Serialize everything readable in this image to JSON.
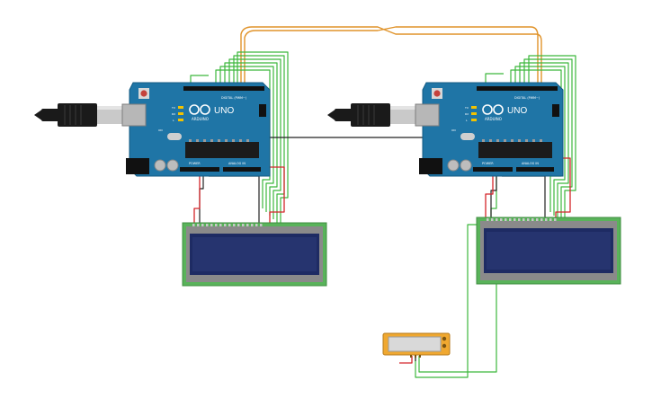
{
  "boards": [
    {
      "board_name": "UNO",
      "brand": "ARDUINO",
      "power_label": "POWER",
      "analog_label": "ANALOG IN",
      "digital_label": "DIGITAL (PWM~)",
      "tx_label": "TX",
      "rx_label": "RX",
      "on_label": "ON",
      "l_label": "L"
    },
    {
      "board_name": "UNO",
      "brand": "ARDUINO",
      "power_label": "POWER",
      "analog_label": "ANALOG IN",
      "digital_label": "DIGITAL (PWM~)",
      "tx_label": "TX",
      "rx_label": "RX",
      "on_label": "ON",
      "l_label": "L"
    }
  ],
  "lcds": [
    {
      "kind": "16x2 LCD"
    },
    {
      "kind": "16x2 LCD"
    }
  ],
  "sensor": {
    "kind": "temperature sensor"
  },
  "colors": {
    "board": "#1f75a6",
    "board_dark": "#135a82",
    "lcd_pcb": "#59b35a",
    "lcd_screen": "#1e2b63",
    "wire_green": "#3cb83c",
    "wire_orange": "#e0932a",
    "wire_red": "#d4252a",
    "wire_black": "#222222",
    "usb_black": "#1a1a1a",
    "usb_grey": "#c9c9c9",
    "sensor_body": "#f0a830"
  }
}
